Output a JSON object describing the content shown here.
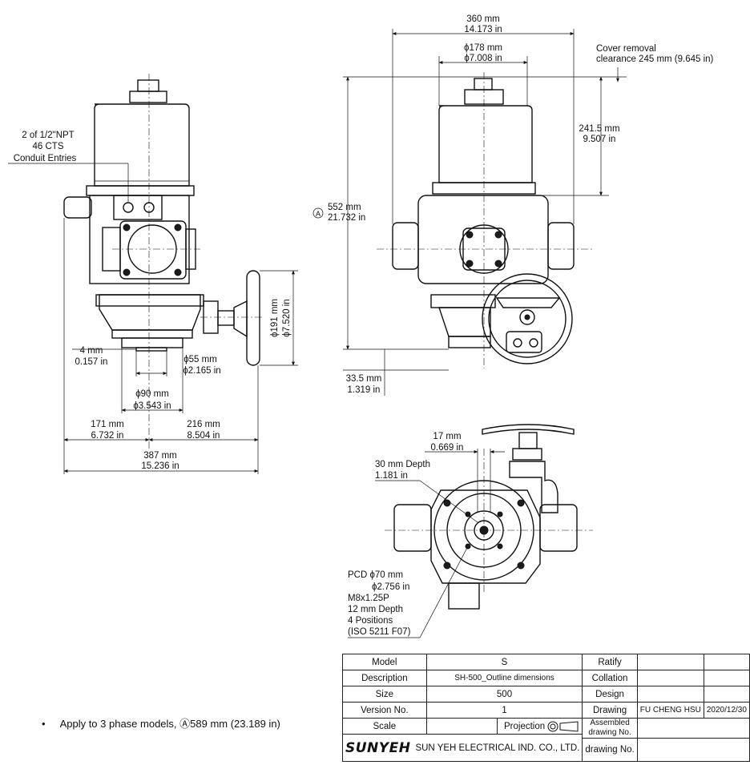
{
  "dims": {
    "width_total": [
      "360 mm",
      "14.173 in"
    ],
    "d178": [
      "ϕ178 mm",
      "ϕ7.008 in"
    ],
    "cover": [
      "Cover removal",
      "clearance 245 mm (9.645 in)"
    ],
    "h2415": [
      "241.5 mm",
      "9.507 in"
    ],
    "h552_marker": "A",
    "h552": [
      "552 mm",
      "21.732 in"
    ],
    "h335": [
      "33.5 mm",
      "1.319 in"
    ],
    "conduit": [
      "2 of 1/2\"NPT",
      "46 CTS",
      "Conduit Entries"
    ],
    "d191": [
      "ϕ191 mm",
      "ϕ7.520 in"
    ],
    "w4": [
      "4 mm",
      "0.157 in"
    ],
    "d55": [
      "ϕ55 mm",
      "ϕ2.165 in"
    ],
    "d90": [
      "ϕ90 mm",
      "ϕ3.543 in"
    ],
    "w171": [
      "171 mm",
      "6.732 in"
    ],
    "w216": [
      "216 mm",
      "8.504 in"
    ],
    "w387": [
      "387 mm",
      "15.236 in"
    ],
    "w17": [
      "17 mm",
      "0.669 in"
    ],
    "depth30": [
      "30 mm Depth",
      "1.181 in"
    ],
    "pcd": [
      "PCD ϕ70 mm",
      "ϕ2.756 in",
      "M8x1.25P",
      "12 mm Depth",
      "4 Positions",
      "(ISO 5211 F07)"
    ]
  },
  "note": {
    "bullet": "•",
    "text": "Apply to 3 phase models, Ⓐ589 mm (23.189 in)"
  },
  "title_block": {
    "model_label": "Model",
    "model_value": "S",
    "ratify_label": "Ratify",
    "description_label": "Description",
    "description_value": "SH-500_Outline dimensions",
    "collation_label": "Collation",
    "size_label": "Size",
    "size_value": "500",
    "design_label": "Design",
    "version_label": "Version No.",
    "version_value": "1",
    "drawing_label": "Drawing",
    "drawing_by": "FU CHENG HSU",
    "drawing_date": "2020/12/30",
    "scale_label": "Scale",
    "projection_label": "Projection",
    "assembled_label": "Assembled drawing No.",
    "drawing_no_label": "drawing No.",
    "logo": "SUNYEH",
    "company": "SUN YEH ELECTRICAL IND. CO., LTD."
  }
}
